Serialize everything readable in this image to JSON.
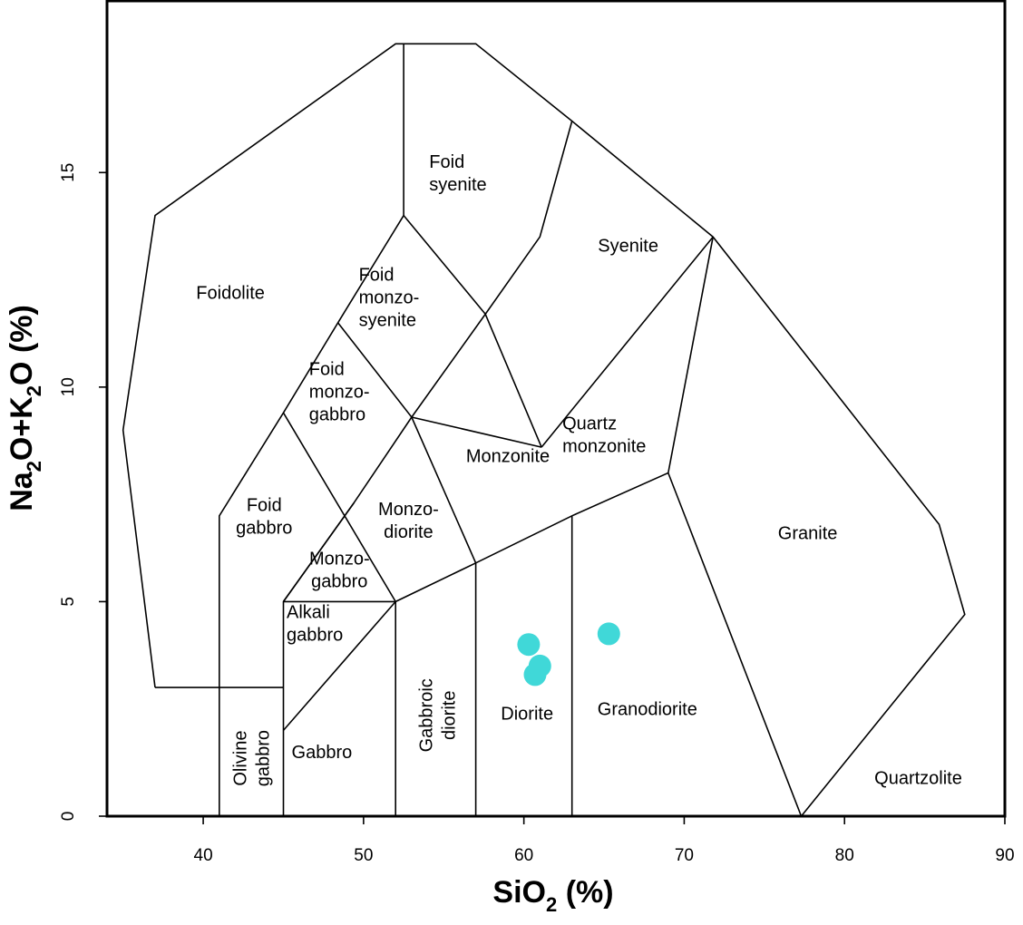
{
  "chart_data": {
    "type": "scatter",
    "title": "",
    "xlabel": {
      "main": "SiO",
      "sub": "2",
      "tail": " (%)"
    },
    "ylabel": {
      "a": "Na",
      "a_sub": "2",
      "b": "O+K",
      "b_sub": "2",
      "c": "O (%)"
    },
    "xlim": [
      34,
      90
    ],
    "ylim": [
      0,
      19
    ],
    "xticks": [
      40,
      50,
      60,
      70,
      80,
      90
    ],
    "yticks": [
      0,
      5,
      10,
      15
    ],
    "grid": false,
    "legend": "none",
    "marker_color": "#40D8D8",
    "points": [
      {
        "x": 60.3,
        "y": 4.0
      },
      {
        "x": 61.0,
        "y": 3.5
      },
      {
        "x": 60.7,
        "y": 3.3
      },
      {
        "x": 65.3,
        "y": 4.25
      }
    ],
    "region_lines": [
      [
        [
          37,
          3
        ],
        [
          35,
          9
        ],
        [
          37,
          14
        ],
        [
          52,
          18
        ],
        [
          57,
          18
        ],
        [
          63,
          16.2
        ],
        [
          71.8,
          13.5
        ],
        [
          85.9,
          6.8
        ],
        [
          87.5,
          4.7
        ],
        [
          77.3,
          0
        ]
      ],
      [
        [
          37,
          3
        ],
        [
          45,
          3
        ]
      ],
      [
        [
          41,
          0
        ],
        [
          41,
          7
        ],
        [
          45,
          9.4
        ],
        [
          48.4,
          11.5
        ],
        [
          52.5,
          14
        ],
        [
          52.5,
          18
        ]
      ],
      [
        [
          45,
          0
        ],
        [
          45,
          5
        ],
        [
          49.4,
          7.3
        ],
        [
          53,
          9.3
        ],
        [
          57.6,
          11.7
        ],
        [
          61,
          13.5
        ],
        [
          63,
          16.2
        ]
      ],
      [
        [
          45,
          5
        ],
        [
          52,
          5
        ],
        [
          57,
          5.9
        ],
        [
          63,
          7
        ],
        [
          69,
          8
        ],
        [
          71.8,
          13.5
        ]
      ],
      [
        [
          52,
          0
        ],
        [
          52,
          5
        ]
      ],
      [
        [
          57,
          0
        ],
        [
          57,
          5.9
        ]
      ],
      [
        [
          63,
          0
        ],
        [
          63,
          7
        ]
      ],
      [
        [
          45,
          2
        ],
        [
          52,
          5
        ]
      ],
      [
        [
          45,
          9.4
        ],
        [
          52,
          5
        ]
      ],
      [
        [
          52.5,
          14
        ],
        [
          57.6,
          11.7
        ]
      ],
      [
        [
          48.4,
          11.5
        ],
        [
          53,
          9.3
        ],
        [
          57,
          5.9
        ]
      ],
      [
        [
          57.6,
          11.7
        ],
        [
          61.1,
          8.6
        ]
      ],
      [
        [
          53,
          9.3
        ],
        [
          61.1,
          8.6
        ]
      ],
      [
        [
          61.1,
          8.6
        ],
        [
          71.8,
          13.5
        ]
      ],
      [
        [
          49.4,
          7.3
        ],
        [
          45,
          5
        ]
      ],
      [
        [
          69,
          8
        ],
        [
          77.3,
          0
        ]
      ]
    ],
    "region_labels": [
      {
        "lines": [
          "Foidolite"
        ],
        "x": 41.7,
        "y": 12.2,
        "anchor": "middle"
      },
      {
        "lines": [
          "Foid",
          "syenite"
        ],
        "x": 54.1,
        "y": 15.0,
        "anchor": "start"
      },
      {
        "lines": [
          "Syenite"
        ],
        "x": 66.5,
        "y": 13.3,
        "anchor": "middle"
      },
      {
        "lines": [
          "Foid",
          "monzo-",
          "syenite"
        ],
        "x": 49.7,
        "y": 12.1,
        "anchor": "start"
      },
      {
        "lines": [
          "Foid",
          "monzo-",
          "gabbro"
        ],
        "x": 46.6,
        "y": 9.9,
        "anchor": "start"
      },
      {
        "lines": [
          "Monzonite"
        ],
        "x": 59.0,
        "y": 8.4,
        "anchor": "middle"
      },
      {
        "lines": [
          "Quartz",
          "monzonite"
        ],
        "x": 62.4,
        "y": 8.9,
        "anchor": "start"
      },
      {
        "lines": [
          "Granite"
        ],
        "x": 77.7,
        "y": 6.6,
        "anchor": "middle"
      },
      {
        "lines": [
          "Foid",
          "gabbro"
        ],
        "x": 43.8,
        "y": 7.0,
        "anchor": "middle"
      },
      {
        "lines": [
          "Monzo-",
          "diorite"
        ],
        "x": 52.8,
        "y": 6.9,
        "anchor": "middle"
      },
      {
        "lines": [
          "Monzo-",
          "gabbro"
        ],
        "x": 48.5,
        "y": 5.75,
        "anchor": "middle"
      },
      {
        "lines": [
          "Alkali",
          "gabbro"
        ],
        "x": 45.2,
        "y": 4.5,
        "anchor": "start"
      },
      {
        "lines": [
          "Diorite"
        ],
        "x": 60.2,
        "y": 2.4,
        "anchor": "middle"
      },
      {
        "lines": [
          "Granodiorite"
        ],
        "x": 67.7,
        "y": 2.5,
        "anchor": "middle"
      },
      {
        "lines": [
          "Gabbro"
        ],
        "x": 47.4,
        "y": 1.5,
        "anchor": "middle"
      },
      {
        "lines": [
          "Quartzolite"
        ],
        "x": 84.6,
        "y": 0.9,
        "anchor": "middle"
      },
      {
        "lines": [
          "Olivine",
          "gabbro"
        ],
        "x": 43.0,
        "y": 1.35,
        "anchor": "middle",
        "rotate": true
      },
      {
        "lines": [
          "Gabbroic",
          "diorite"
        ],
        "x": 54.6,
        "y": 2.35,
        "anchor": "middle",
        "rotate": true
      }
    ]
  }
}
